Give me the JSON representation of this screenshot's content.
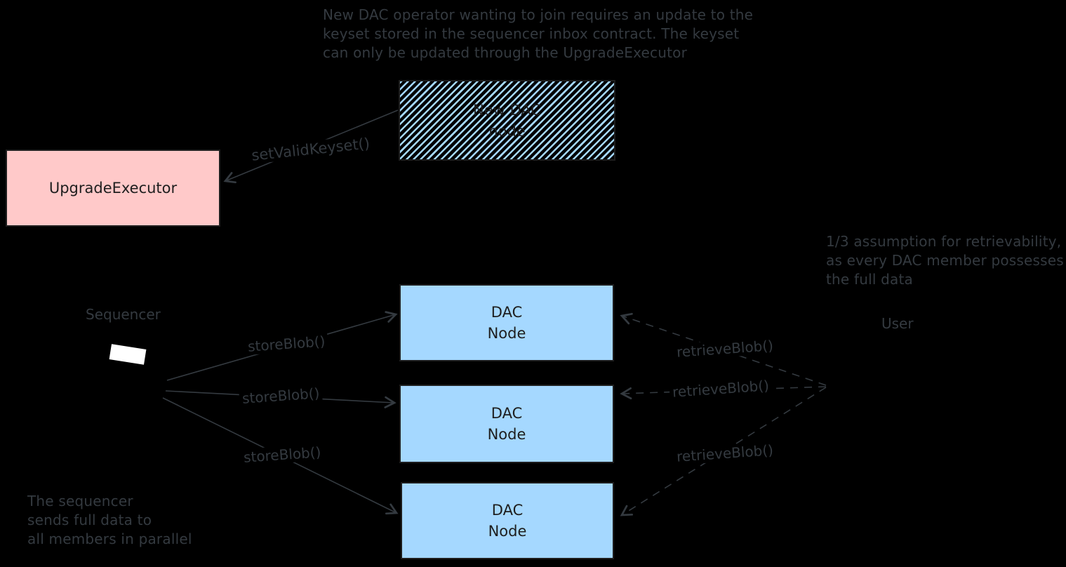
{
  "canvas": {
    "background": "#000000"
  },
  "colors": {
    "note_text": "#343a40",
    "arrow_stroke": "#343a40",
    "box_border": "#1e1e1e",
    "box_text": "#1e1e1e",
    "upgrade_executor_fill": "#ffc9c9",
    "dac_node_fill": "#a5d8ff",
    "hatch_stripe": "#a5d8ff",
    "data_blob_fill": "#ffffff"
  },
  "notes": {
    "keyset_update": "New DAC operator wanting to join requires an update to the\nkeyset stored in the sequencer inbox contract. The keyset\ncan only be updated through the UpgradeExecutor",
    "retrievability": "1/3 assumption for retrievability,\nas every DAC member possesses\nthe full data",
    "sequencer_parallel": "The sequencer\nsends full data to\nall members in parallel"
  },
  "nodes": {
    "new_dac_node": {
      "label": "New DAC\nnode"
    },
    "upgrade_executor": {
      "label": "UpgradeExecutor"
    },
    "sequencer": {
      "label": "Sequencer"
    },
    "user": {
      "label": "User"
    },
    "dac_nodes": [
      {
        "label": "DAC\nNode"
      },
      {
        "label": "DAC\nNode"
      },
      {
        "label": "DAC\nNode"
      }
    ]
  },
  "edges": {
    "set_valid_keyset": {
      "label": "setValidKeyset()"
    },
    "store_blob": [
      {
        "label": "storeBlob()"
      },
      {
        "label": "storeBlob()"
      },
      {
        "label": "storeBlob()"
      }
    ],
    "retrieve_blob": [
      {
        "label": "retrieveBlob()"
      },
      {
        "label": "retrieveBlob()"
      },
      {
        "label": "retrieveBlob()"
      }
    ]
  }
}
